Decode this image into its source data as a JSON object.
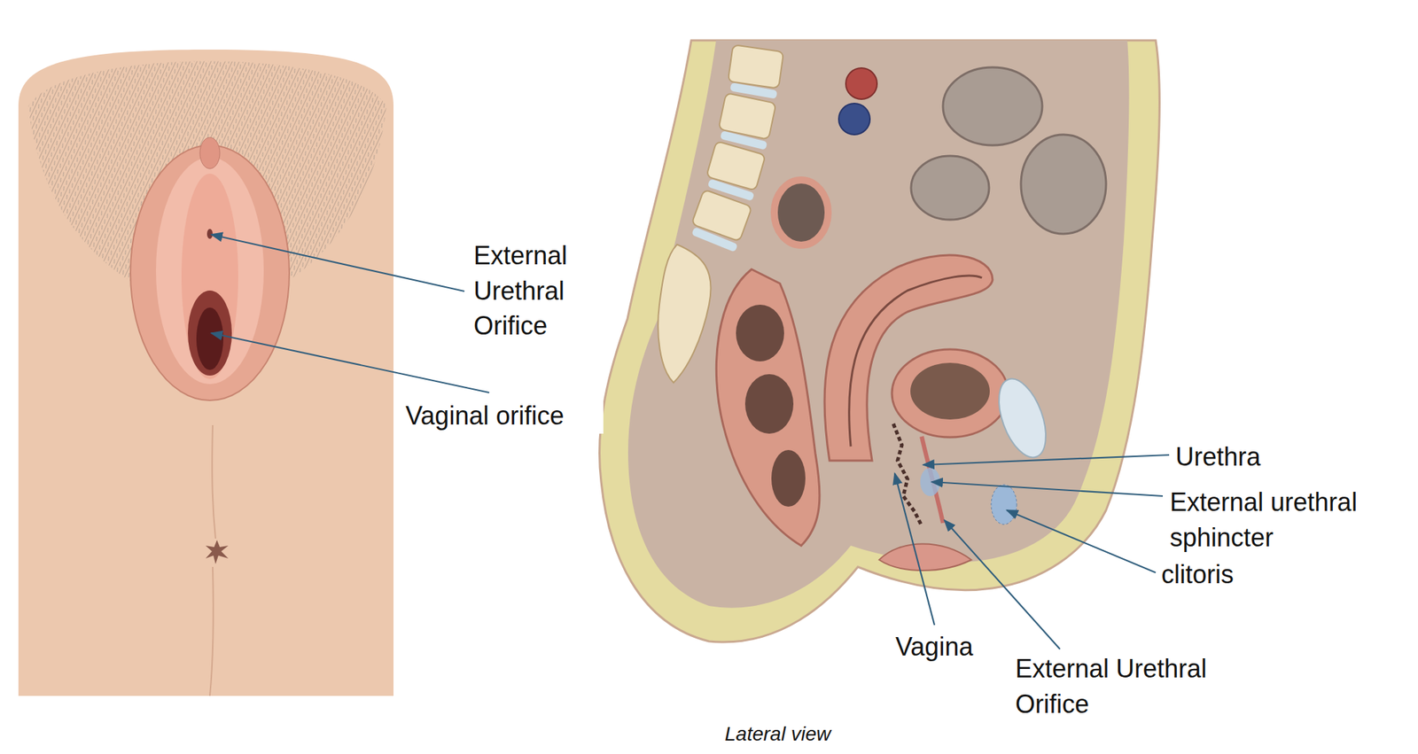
{
  "diagram": {
    "caption": "Lateral view",
    "labels": [
      "External Urethral Orifice",
      "Vaginal orifice",
      "Urethra",
      "External urethral sphincter",
      "clitoris",
      "Vagina",
      "External Urethral Orifice"
    ]
  }
}
